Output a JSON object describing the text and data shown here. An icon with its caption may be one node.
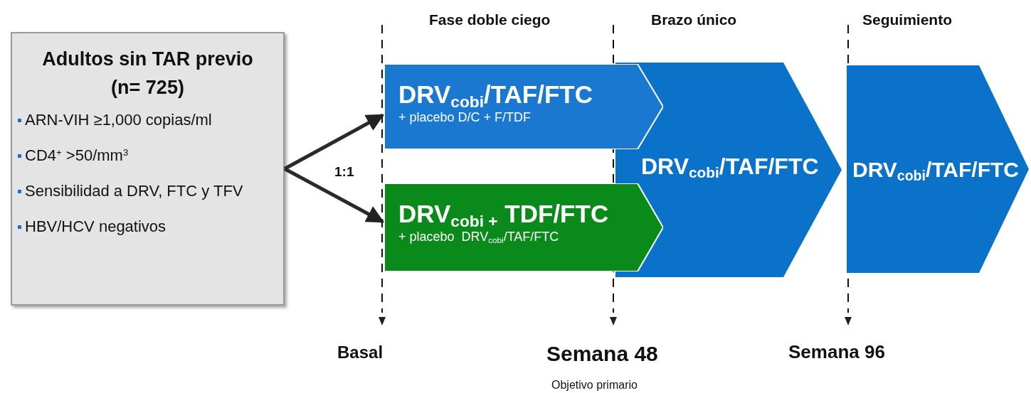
{
  "diagram": {
    "nodes": [
      {
        "text": [
          "Adultos sin TAR previo",
          "(n= 725)",
          "ARN-VIH ≥1,000 copias/ml",
          "CD4$^{+}$ >50/mm$^{3}$",
          "Sensibilidad a DRV, FTC y TFV",
          "HBV/HCV negativos"
        ]
      },
      {
        "text": [
          "DRV$_{cobi}$/TAF/FTC",
          "+ placebo D/C + F/TDF"
        ]
      },
      {
        "text": [
          "DRV$_{cobi +}$ TDF/FTC",
          "+ placebo  DRV$_{cobi}$/TAF/FTC"
        ]
      },
      {
        "text": [
          "DRV$_{cobi}$/TAF/FTC"
        ]
      },
      {
        "text": [
          "DRV$_{cobi}$/TAF/FTC"
        ]
      }
    ],
    "edges": [
      {
        "from": 0,
        "to": 1,
        "arrow": "to"
      },
      {
        "from": 0,
        "to": 2,
        "arrow": "to"
      }
    ],
    "labels": [
      "Fase doble ciego",
      "Brazo único",
      "Seguimiento",
      "1:1",
      "Basal",
      "Semana 48",
      "Semana 96",
      "Objetivo primario"
    ]
  }
}
